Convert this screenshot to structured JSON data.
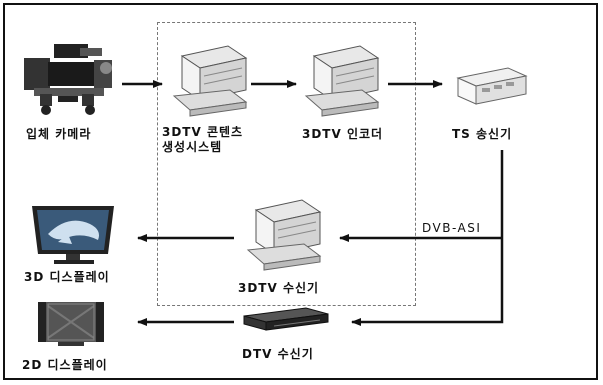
{
  "nodes": {
    "camera": {
      "label": "입체 카메라"
    },
    "production": {
      "label_line1": "3DTV 콘텐츠",
      "label_line2": "생성시스템"
    },
    "encoder": {
      "label": "3DTV 인코더"
    },
    "transmitter": {
      "label": "TS 송신기"
    },
    "receiver_3dtv": {
      "label": "3DTV 수신기"
    },
    "display_3d": {
      "label": "3D 디스플레이"
    },
    "receiver_dtv": {
      "label": "DTV 수신기"
    },
    "display_2d": {
      "label": "2D 디스플레이"
    }
  },
  "links": {
    "asi_label": "DVB-ASI"
  }
}
